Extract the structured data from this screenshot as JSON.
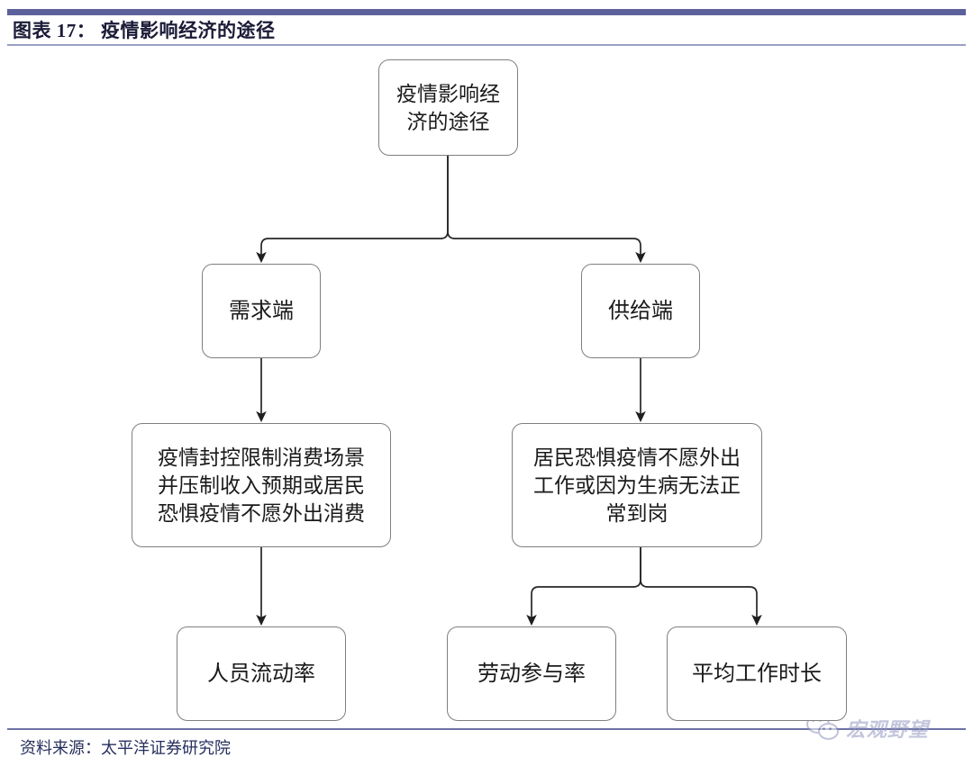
{
  "header": {
    "title": "图表 17： 疫情影响经济的途径",
    "rule_color": "#5c619c"
  },
  "footer": {
    "source": "资料来源：太平洋证券研究院",
    "rule_color": "#6d72a6"
  },
  "watermark": {
    "icon": "wechat-icon",
    "text": "宏观野望",
    "color": "#9398c0"
  },
  "diagram": {
    "type": "flowchart",
    "border_color": "#7f7f7f",
    "fill_color": "#ffffff",
    "text_color": "#1a1a1a",
    "connector_color": "#262626",
    "nodes": {
      "root": "疫情影响经\n济的途径",
      "demand": "需求端",
      "supply": "供给端",
      "demand_detail": "疫情封控限制消费场景\n并压制收入预期或居民\n恐惧疫情不愿外出消费",
      "supply_detail": "居民恐惧疫情不愿外出\n工作或因为生病无法正\n常到岗",
      "mobility": "人员流动率",
      "labor": "劳动参与率",
      "hours": "平均工作时长"
    },
    "edges": [
      {
        "from": "root",
        "to": "demand",
        "style": "elbow-arrow"
      },
      {
        "from": "root",
        "to": "supply",
        "style": "elbow-arrow"
      },
      {
        "from": "demand",
        "to": "demand_detail",
        "style": "straight-arrow"
      },
      {
        "from": "supply",
        "to": "supply_detail",
        "style": "straight-arrow"
      },
      {
        "from": "demand_detail",
        "to": "mobility",
        "style": "straight-arrow"
      },
      {
        "from": "supply_detail",
        "to": "labor",
        "style": "elbow-arrow"
      },
      {
        "from": "supply_detail",
        "to": "hours",
        "style": "elbow-arrow"
      }
    ]
  }
}
